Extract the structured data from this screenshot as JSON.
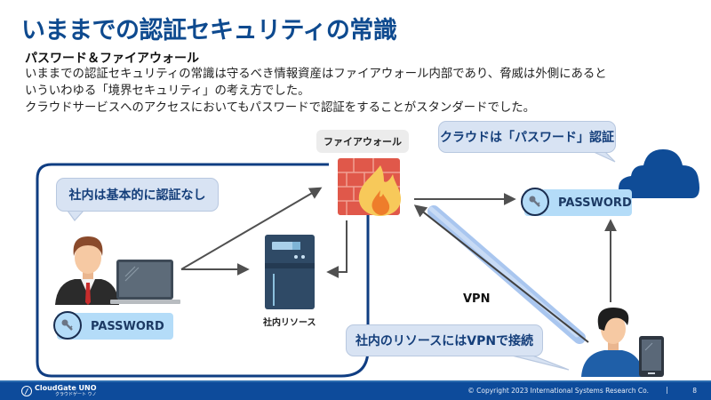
{
  "header": {
    "title": "いままでの認証セキュリティの常識"
  },
  "content": {
    "subtitle": "パスワード＆ファイアウォール",
    "paragraph_lines": [
      "いままでの認証セキュリティの常識は守るべき情報資産はファイアウォール内部であり、脅威は外側にあると",
      "いういわゆる「境界セキュリティ」の考え方でした。",
      "クラウドサービスへのアクセスにおいてもパスワードで認証をすることがスタンダードでした。"
    ]
  },
  "diagram": {
    "firewall_label": "ファイアウォール",
    "bubbles": {
      "internal_no_auth": "社内は基本的に認証なし",
      "cloud_password": "クラウドは「パスワード」認証",
      "vpn_connect": "社内のリソースにはVPNで接続"
    },
    "password_badge_label": "PASSWORD",
    "resource_label": "社内リソース",
    "vpn_label": "VPN",
    "icons": [
      "office-worker-icon",
      "laptop-icon",
      "server-icon",
      "firewall-icon",
      "cloud-icon",
      "remote-worker-icon",
      "smartphone-icon",
      "key-icon"
    ],
    "colors": {
      "brand_blue": "#0e4a8f",
      "boundary_line": "#0f3d82",
      "bubble_fill": "#d8e3f3",
      "password_badge": "#b4dcf8",
      "cloud": "#0f4c97",
      "brick": "#e0584a",
      "flame": "#f7c95a",
      "vpn_tube": "#a9c6ef"
    }
  },
  "footer": {
    "logo_text": "CloudGate UNO",
    "logo_sub": "クラウドゲート ウノ",
    "copyright": "© Copyright 2023 International Systems Research Co.",
    "separator": "|",
    "page_number": "8"
  }
}
